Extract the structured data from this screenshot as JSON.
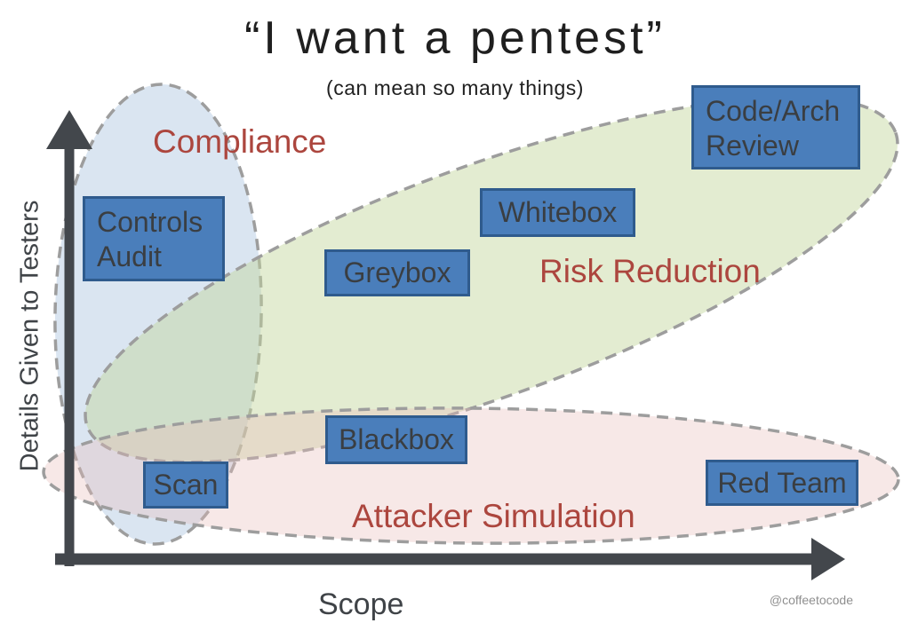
{
  "title": "“I want a pentest”",
  "subtitle": "(can mean so many things)",
  "watermark": "@coffeetocode",
  "axes": {
    "y_label": "Details Given to Testers",
    "x_label": "Scope"
  },
  "regions": [
    {
      "id": "compliance",
      "label": "Compliance"
    },
    {
      "id": "risk-reduction",
      "label": "Risk Reduction"
    },
    {
      "id": "attacker-simulation",
      "label": "Attacker Simulation"
    }
  ],
  "boxes": [
    {
      "id": "controls-audit",
      "label": "Controls Audit"
    },
    {
      "id": "scan",
      "label": "Scan"
    },
    {
      "id": "greybox",
      "label": "Greybox"
    },
    {
      "id": "blackbox",
      "label": "Blackbox"
    },
    {
      "id": "whitebox",
      "label": "Whitebox"
    },
    {
      "id": "code-arch-review",
      "label": "Code/Arch Review"
    },
    {
      "id": "red-team",
      "label": "Red Team"
    }
  ],
  "colors": {
    "box-fill": "#4a7ebb",
    "box-border": "#2f5b8d",
    "box-text": "#3a3e42",
    "region-label": "#ac463e",
    "dash": "#9d9d9d",
    "axis": "#43474c",
    "axis-label": "#3f4347",
    "title-text": "#1f1f1f",
    "watermark": "#8f8f8f",
    "compliance-fill": "rgba(182,203,228,0.5)",
    "risk-fill": "rgba(196,215,157,0.47)",
    "attacker-fill": "rgba(231,188,186,0.35)"
  }
}
